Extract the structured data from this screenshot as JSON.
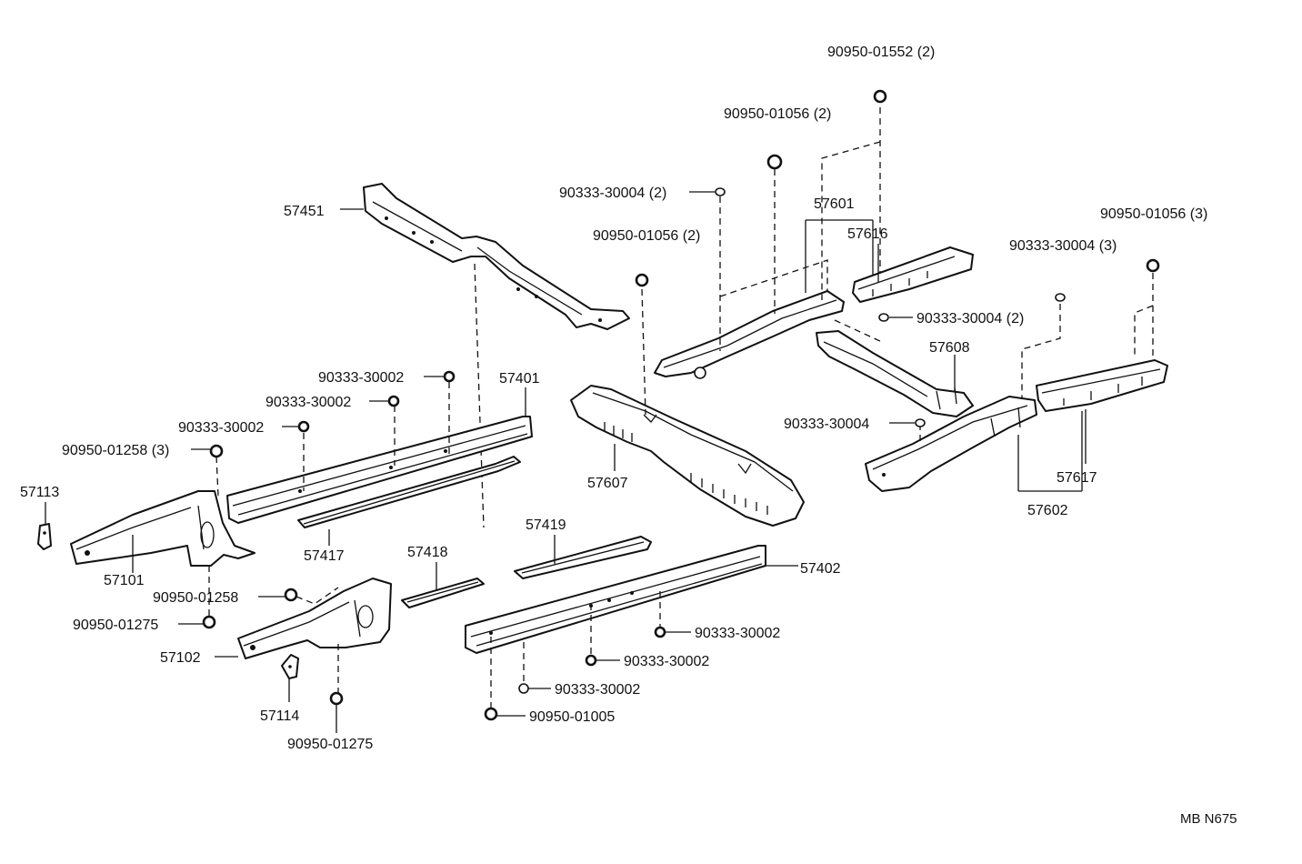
{
  "diagram_id": "MB N675",
  "labels": {
    "p90950_01552": "90950-01552 (2)",
    "p90950_01056_a": "90950-01056 (2)",
    "p90333_30004_a": "90333-30004 (2)",
    "p90950_01056_b": "90950-01056 (2)",
    "p57451": "57451",
    "p57601": "57601",
    "p57616": "57616",
    "p90950_01056_c": "90950-01056 (3)",
    "p90333_30004_c": "90333-30004 (3)",
    "p90333_30004_b": "90333-30004 (2)",
    "p57608": "57608",
    "p90333_30002_a": "90333-30002",
    "p57401": "57401",
    "p90333_30002_b": "90333-30002",
    "p90333_30002_c": "90333-30002",
    "p90950_01258_a": "90950-01258 (3)",
    "p90333_30004_d": "90333-30004",
    "p57113": "57113",
    "p57607": "57607",
    "p57617": "57617",
    "p57602": "57602",
    "p57419": "57419",
    "p57417": "57417",
    "p57101": "57101",
    "p57418": "57418",
    "p57402": "57402",
    "p90950_01258_b": "90950-01258",
    "p90950_01275_a": "90950-01275",
    "p90333_30002_d": "90333-30002",
    "p57102": "57102",
    "p90333_30002_e": "90333-30002",
    "p90333_30002_f": "90333-30002",
    "p57114": "57114",
    "p90950_01005": "90950-01005",
    "p90950_01275_b": "90950-01275"
  }
}
